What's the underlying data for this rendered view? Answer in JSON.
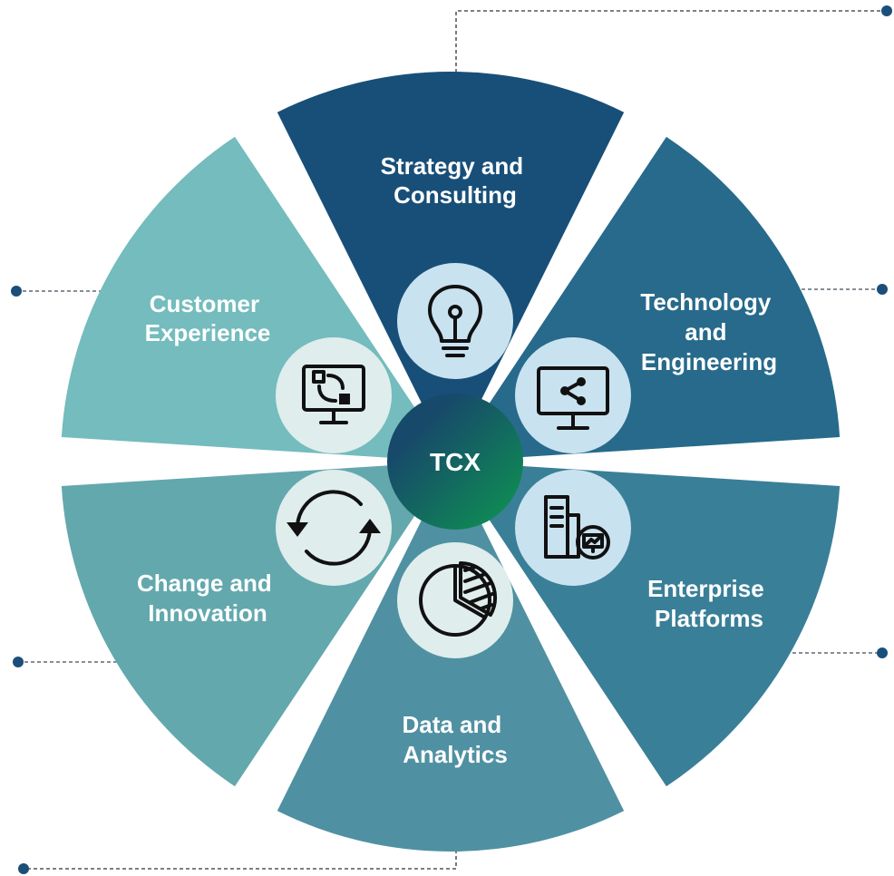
{
  "center": {
    "label": "TCX"
  },
  "segments": [
    {
      "id": "strategy",
      "lines": [
        "Strategy and",
        "Consulting"
      ],
      "color": "#184f78",
      "icon": "lightbulb-icon"
    },
    {
      "id": "technology",
      "lines": [
        "Technology",
        "and",
        "Engineering"
      ],
      "color": "#276a8b",
      "icon": "monitor-share-icon"
    },
    {
      "id": "enterprise",
      "lines": [
        "Enterprise",
        "Platforms"
      ],
      "color": "#3a7f98",
      "icon": "server-chart-icon"
    },
    {
      "id": "data",
      "lines": [
        "Data and",
        "Analytics"
      ],
      "color": "#4f91a2",
      "icon": "pie-chart-icon"
    },
    {
      "id": "change",
      "lines": [
        "Change and",
        "Innovation"
      ],
      "color": "#63a8ad",
      "icon": "refresh-cycle-icon"
    },
    {
      "id": "customer",
      "lines": [
        "Customer",
        "Experience"
      ],
      "color": "#74bcbd",
      "icon": "monitor-workflow-icon"
    }
  ],
  "colors": {
    "icon_circle_light": "#c9e2f0",
    "icon_circle_pale": "#dfeded",
    "center_gradient_start": "#17496a",
    "center_gradient_end": "#0d9750",
    "connector_dot": "#1b4f7a"
  }
}
